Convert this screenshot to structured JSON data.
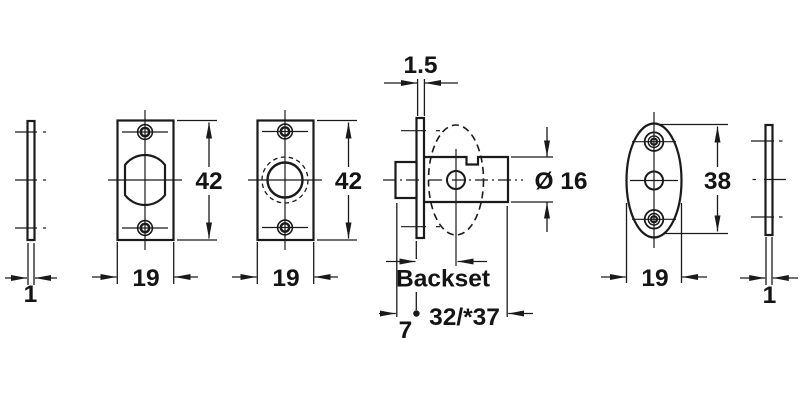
{
  "drawing": {
    "background": "#ffffff",
    "line_color": "#1a1a1a",
    "labels": {
      "rect_plate_thickness": "1",
      "cutout_plate_height": "42",
      "cutout_plate_width": "19",
      "hole_plate_height": "42",
      "hole_plate_width": "19",
      "faceplate_thickness": "1.5",
      "bolt_diameter": "Ø 16",
      "backset_title": "Backset",
      "bolt_projection": "7",
      "backset_values": "32/*37",
      "oval_plate_height": "38",
      "oval_plate_width": "19",
      "oval_plate_thickness": "1"
    }
  }
}
